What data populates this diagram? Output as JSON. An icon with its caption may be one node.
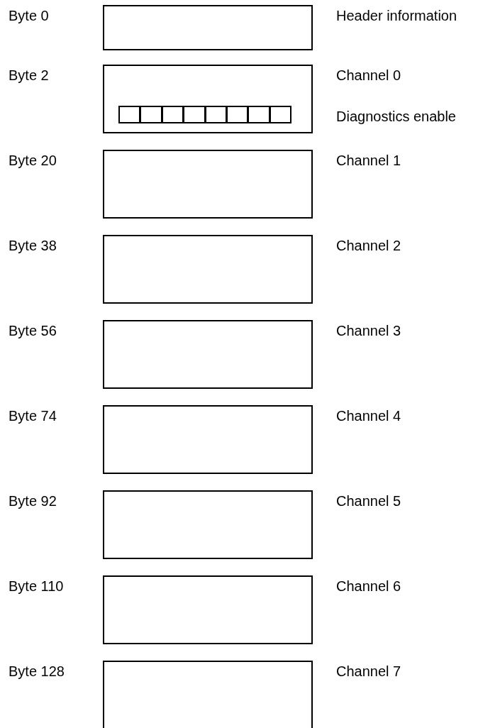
{
  "diagram": {
    "nodes": [
      {
        "text": [],
        "shape": "box",
        "beside": [
          "Byte 0",
          "Header information"
        ]
      },
      {
        "text": [],
        "shape": "box",
        "beside": [
          "Byte 2",
          "Channel 0",
          "Diagnostics enable"
        ]
      },
      {
        "text": [],
        "shape": "box",
        "beside": [
          "Byte 20",
          "Channel 1"
        ]
      },
      {
        "text": [],
        "shape": "box",
        "beside": [
          "Byte 38",
          "Channel 2"
        ]
      },
      {
        "text": [],
        "shape": "box",
        "beside": [
          "Byte 56",
          "Channel 3"
        ]
      },
      {
        "text": [],
        "shape": "box",
        "beside": [
          "Byte 74",
          "Channel 4"
        ]
      },
      {
        "text": [],
        "shape": "box",
        "beside": [
          "Byte 92",
          "Channel 5"
        ]
      },
      {
        "text": [],
        "shape": "box",
        "beside": [
          "Byte 110",
          "Channel 6"
        ]
      },
      {
        "text": [],
        "shape": "box",
        "beside": [
          "Byte 128",
          "Channel 7"
        ]
      },
      {
        "text": [],
        "shape": "box",
        "in": 1
      },
      {
        "text": [],
        "shape": "box",
        "in": 1
      },
      {
        "text": [],
        "shape": "box",
        "in": 1
      },
      {
        "text": [],
        "shape": "box",
        "in": 1
      },
      {
        "text": [],
        "shape": "box",
        "in": 1
      },
      {
        "text": [],
        "shape": "box",
        "in": 1
      },
      {
        "text": [],
        "shape": "box",
        "in": 1
      },
      {
        "text": [],
        "shape": "box",
        "in": 1
      }
    ],
    "edges": []
  }
}
